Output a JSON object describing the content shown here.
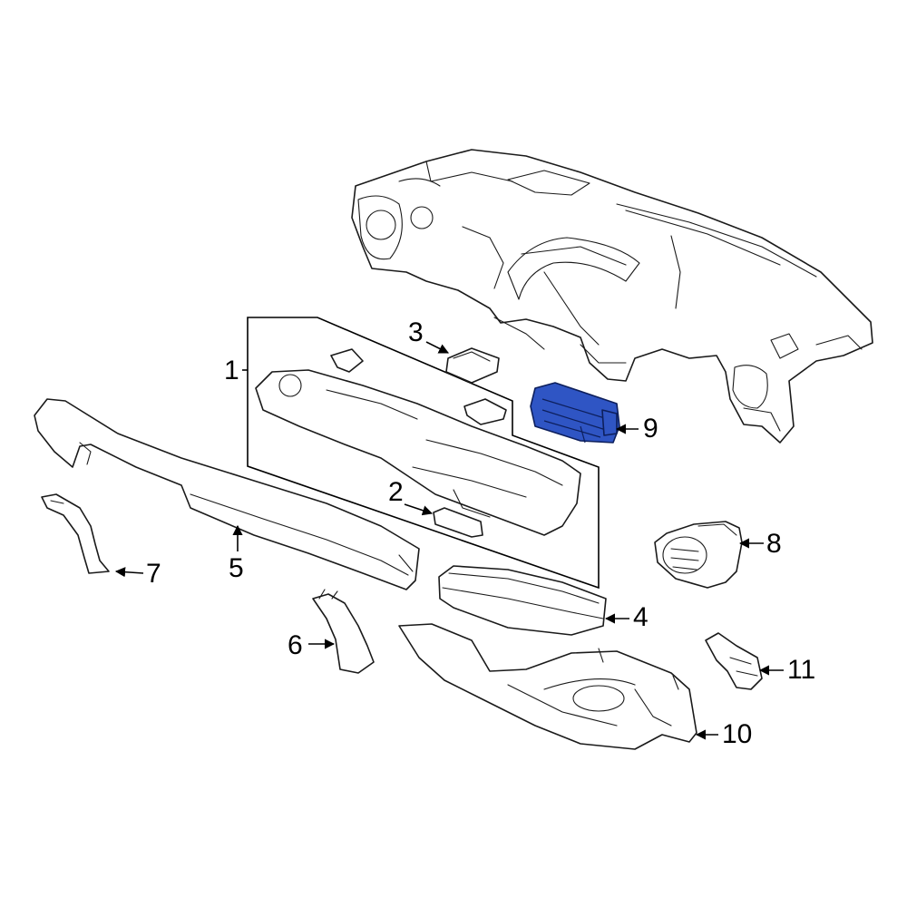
{
  "callouts": [
    {
      "id": "1",
      "text": "1"
    },
    {
      "id": "2",
      "text": "2"
    },
    {
      "id": "3",
      "text": "3"
    },
    {
      "id": "4",
      "text": "4"
    },
    {
      "id": "5",
      "text": "5"
    },
    {
      "id": "6",
      "text": "6"
    },
    {
      "id": "7",
      "text": "7"
    },
    {
      "id": "8",
      "text": "8"
    },
    {
      "id": "9",
      "text": "9"
    },
    {
      "id": "10",
      "text": "10"
    },
    {
      "id": "11",
      "text": "11"
    }
  ],
  "colors": {
    "highlight": "#2f55c4",
    "line": "#1a1a1a",
    "background": "#ffffff"
  },
  "highlighted_part": "9"
}
